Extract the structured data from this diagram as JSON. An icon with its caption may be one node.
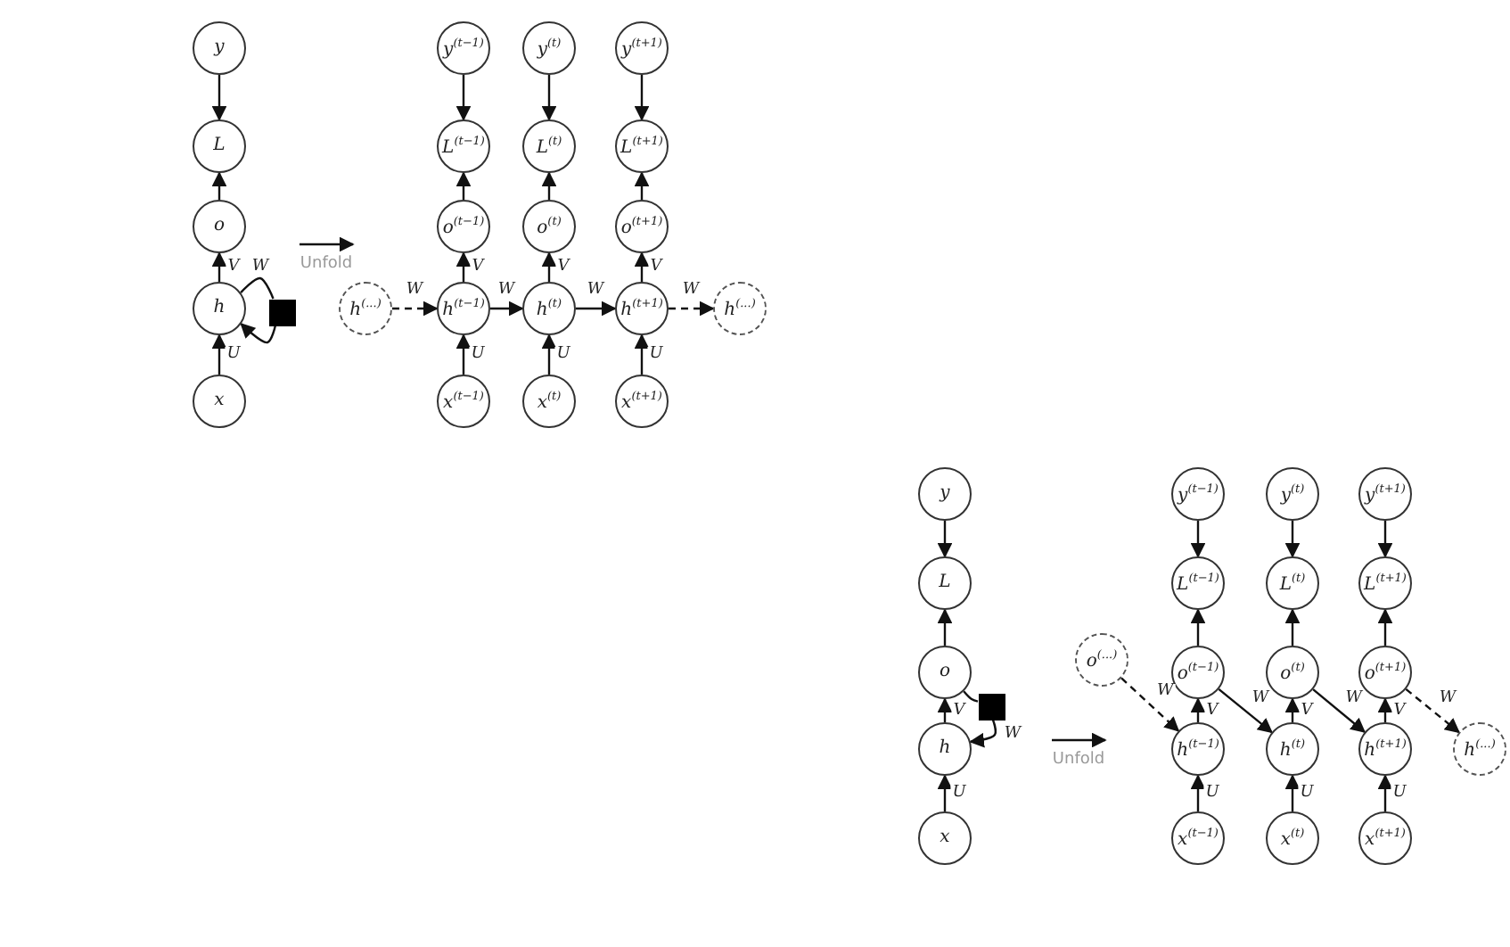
{
  "diagram": {
    "nodes": [
      {
        "text": [
          "y"
        ]
      },
      {
        "text": [
          "L"
        ]
      },
      {
        "text": [
          "o"
        ]
      },
      {
        "text": [
          "h"
        ]
      },
      {
        "text": [
          "x"
        ]
      },
      {
        "text": [],
        "shape": "box"
      },
      {
        "text": [
          "h$^{(...)}$"
        ]
      },
      {
        "text": [
          "y$^{(t−1)}$"
        ]
      },
      {
        "text": [
          "L$^{(t−1)}$"
        ]
      },
      {
        "text": [
          "o$^{(t−1)}$"
        ]
      },
      {
        "text": [
          "h$^{(t−1)}$"
        ]
      },
      {
        "text": [
          "x$^{(t−1)}$"
        ]
      },
      {
        "text": [
          "y$^{(t)}$"
        ]
      },
      {
        "text": [
          "L$^{(t)}$"
        ]
      },
      {
        "text": [
          "o$^{(t)}$"
        ]
      },
      {
        "text": [
          "h$^{(t)}$"
        ]
      },
      {
        "text": [
          "x$^{(t)}$"
        ]
      },
      {
        "text": [
          "y$^{(t+1)}$"
        ]
      },
      {
        "text": [
          "L$^{(t+1)}$"
        ]
      },
      {
        "text": [
          "o$^{(t+1)}$"
        ]
      },
      {
        "text": [
          "h$^{(t+1)}$"
        ]
      },
      {
        "text": [
          "x$^{(t+1)}$"
        ]
      },
      {
        "text": [
          "h$^{(...)}$"
        ]
      },
      {
        "text": [
          "y"
        ]
      },
      {
        "text": [
          "L"
        ]
      },
      {
        "text": [
          "o"
        ]
      },
      {
        "text": [
          "h"
        ]
      },
      {
        "text": [
          "x"
        ]
      },
      {
        "text": [],
        "shape": "box"
      },
      {
        "text": [
          "o$^{(...)}$"
        ]
      },
      {
        "text": [
          "y$^{(t−1)}$"
        ]
      },
      {
        "text": [
          "L$^{(t−1)}$"
        ]
      },
      {
        "text": [
          "o$^{(t−1)}$"
        ]
      },
      {
        "text": [
          "h$^{(t−1)}$"
        ]
      },
      {
        "text": [
          "x$^{(t−1)}$"
        ]
      },
      {
        "text": [
          "y$^{(t)}$"
        ]
      },
      {
        "text": [
          "L$^{(t)}$"
        ]
      },
      {
        "text": [
          "o$^{(t)}$"
        ]
      },
      {
        "text": [
          "h$^{(t)}$"
        ]
      },
      {
        "text": [
          "x$^{(t)}$"
        ]
      },
      {
        "text": [
          "y$^{(t+1)}$"
        ]
      },
      {
        "text": [
          "L$^{(t+1)}$"
        ]
      },
      {
        "text": [
          "o$^{(t+1)}$"
        ]
      },
      {
        "text": [
          "h$^{(t+1)}$"
        ]
      },
      {
        "text": [
          "x$^{(t+1)}$"
        ]
      },
      {
        "text": [
          "h$^{(...)}$"
        ]
      }
    ],
    "edges": [
      {
        "from": 0,
        "to": 1,
        "arrow": "to"
      },
      {
        "from": 2,
        "to": 1,
        "arrow": "to"
      },
      {
        "from": 3,
        "to": 2,
        "arrow": "to",
        "label": "V"
      },
      {
        "from": 4,
        "to": 3,
        "arrow": "to",
        "label": "U"
      },
      {
        "from": 3,
        "to": 5,
        "arrow": "none",
        "label": "W"
      },
      {
        "from": 5,
        "to": 3,
        "arrow": "to"
      },
      {
        "from": 7,
        "to": 8,
        "arrow": "to"
      },
      {
        "from": 9,
        "to": 8,
        "arrow": "to"
      },
      {
        "from": 10,
        "to": 9,
        "arrow": "to",
        "label": "V"
      },
      {
        "from": 11,
        "to": 10,
        "arrow": "to",
        "label": "U"
      },
      {
        "from": 12,
        "to": 13,
        "arrow": "to"
      },
      {
        "from": 14,
        "to": 13,
        "arrow": "to"
      },
      {
        "from": 15,
        "to": 14,
        "arrow": "to",
        "label": "V"
      },
      {
        "from": 16,
        "to": 15,
        "arrow": "to",
        "label": "U"
      },
      {
        "from": 17,
        "to": 18,
        "arrow": "to"
      },
      {
        "from": 19,
        "to": 18,
        "arrow": "to"
      },
      {
        "from": 20,
        "to": 19,
        "arrow": "to",
        "label": "V"
      },
      {
        "from": 21,
        "to": 20,
        "arrow": "to",
        "label": "U"
      },
      {
        "from": 6,
        "to": 10,
        "arrow": "to",
        "label": "W",
        "style": "dashed"
      },
      {
        "from": 10,
        "to": 15,
        "arrow": "to",
        "label": "W"
      },
      {
        "from": 15,
        "to": 20,
        "arrow": "to",
        "label": "W"
      },
      {
        "from": 20,
        "to": 22,
        "arrow": "to",
        "label": "W",
        "style": "dashed"
      },
      {
        "from": 23,
        "to": 24,
        "arrow": "to"
      },
      {
        "from": 25,
        "to": 24,
        "arrow": "to"
      },
      {
        "from": 26,
        "to": 25,
        "arrow": "to",
        "label": "V"
      },
      {
        "from": 27,
        "to": 26,
        "arrow": "to",
        "label": "U"
      },
      {
        "from": 25,
        "to": 28,
        "arrow": "none"
      },
      {
        "from": 28,
        "to": 26,
        "arrow": "to",
        "label": "W"
      },
      {
        "from": 30,
        "to": 31,
        "arrow": "to"
      },
      {
        "from": 32,
        "to": 31,
        "arrow": "to"
      },
      {
        "from": 33,
        "to": 32,
        "arrow": "to",
        "label": "V"
      },
      {
        "from": 34,
        "to": 33,
        "arrow": "to",
        "label": "U"
      },
      {
        "from": 35,
        "to": 36,
        "arrow": "to"
      },
      {
        "from": 37,
        "to": 36,
        "arrow": "to"
      },
      {
        "from": 38,
        "to": 37,
        "arrow": "to",
        "label": "V"
      },
      {
        "from": 39,
        "to": 38,
        "arrow": "to",
        "label": "U"
      },
      {
        "from": 40,
        "to": 41,
        "arrow": "to"
      },
      {
        "from": 42,
        "to": 41,
        "arrow": "to"
      },
      {
        "from": 43,
        "to": 42,
        "arrow": "to",
        "label": "V"
      },
      {
        "from": 44,
        "to": 43,
        "arrow": "to",
        "label": "U"
      },
      {
        "from": 29,
        "to": 33,
        "arrow": "to",
        "label": "W",
        "style": "dashed"
      },
      {
        "from": 32,
        "to": 38,
        "arrow": "to",
        "label": "W"
      },
      {
        "from": 37,
        "to": 43,
        "arrow": "to",
        "label": "W"
      },
      {
        "from": 42,
        "to": 45,
        "arrow": "to",
        "label": "W",
        "style": "dashed"
      }
    ],
    "labels": [
      "Unfold",
      "Unfold"
    ]
  }
}
